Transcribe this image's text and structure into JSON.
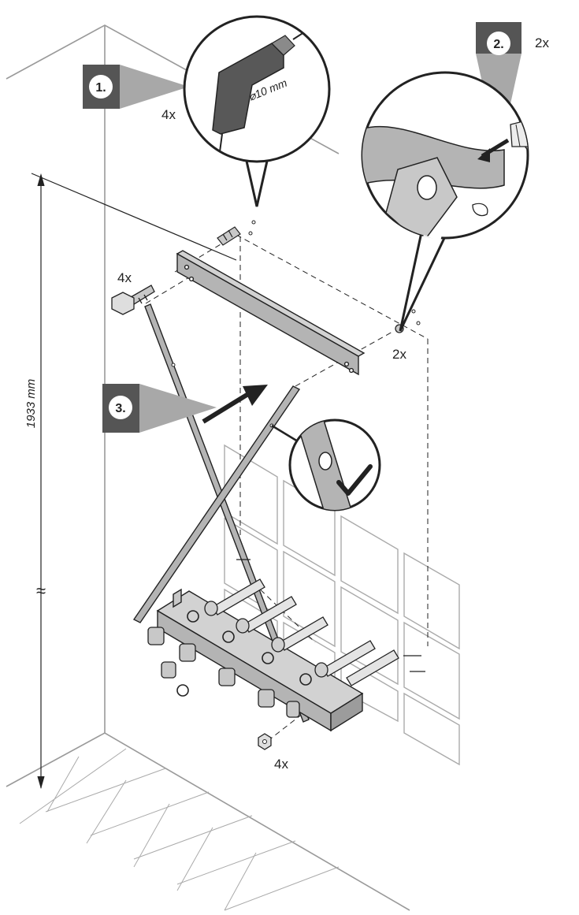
{
  "colors": {
    "line": "#222222",
    "wall_line": "#9a9a9a",
    "tile": "#aaaaaa",
    "marker_dark": "#555555",
    "marker_light": "#a8a8a8",
    "metal": "#b4b4b4",
    "drill": "#585858"
  },
  "steps": [
    {
      "number": "1.",
      "count": "4x"
    },
    {
      "number": "2.",
      "count": "2x"
    },
    {
      "number": "3."
    }
  ],
  "drill": {
    "diameter_label": "⌀10 mm"
  },
  "dimension": {
    "height_label": "1933 mm",
    "break_symbol": "≈"
  },
  "callouts": {
    "rail_screws_count": "4x",
    "wall_plugs_count": "2x",
    "nuts_count": "4x"
  },
  "icons": {
    "check": "check-icon",
    "drill": "drill-icon",
    "wall_plug": "wall-plug-icon"
  }
}
